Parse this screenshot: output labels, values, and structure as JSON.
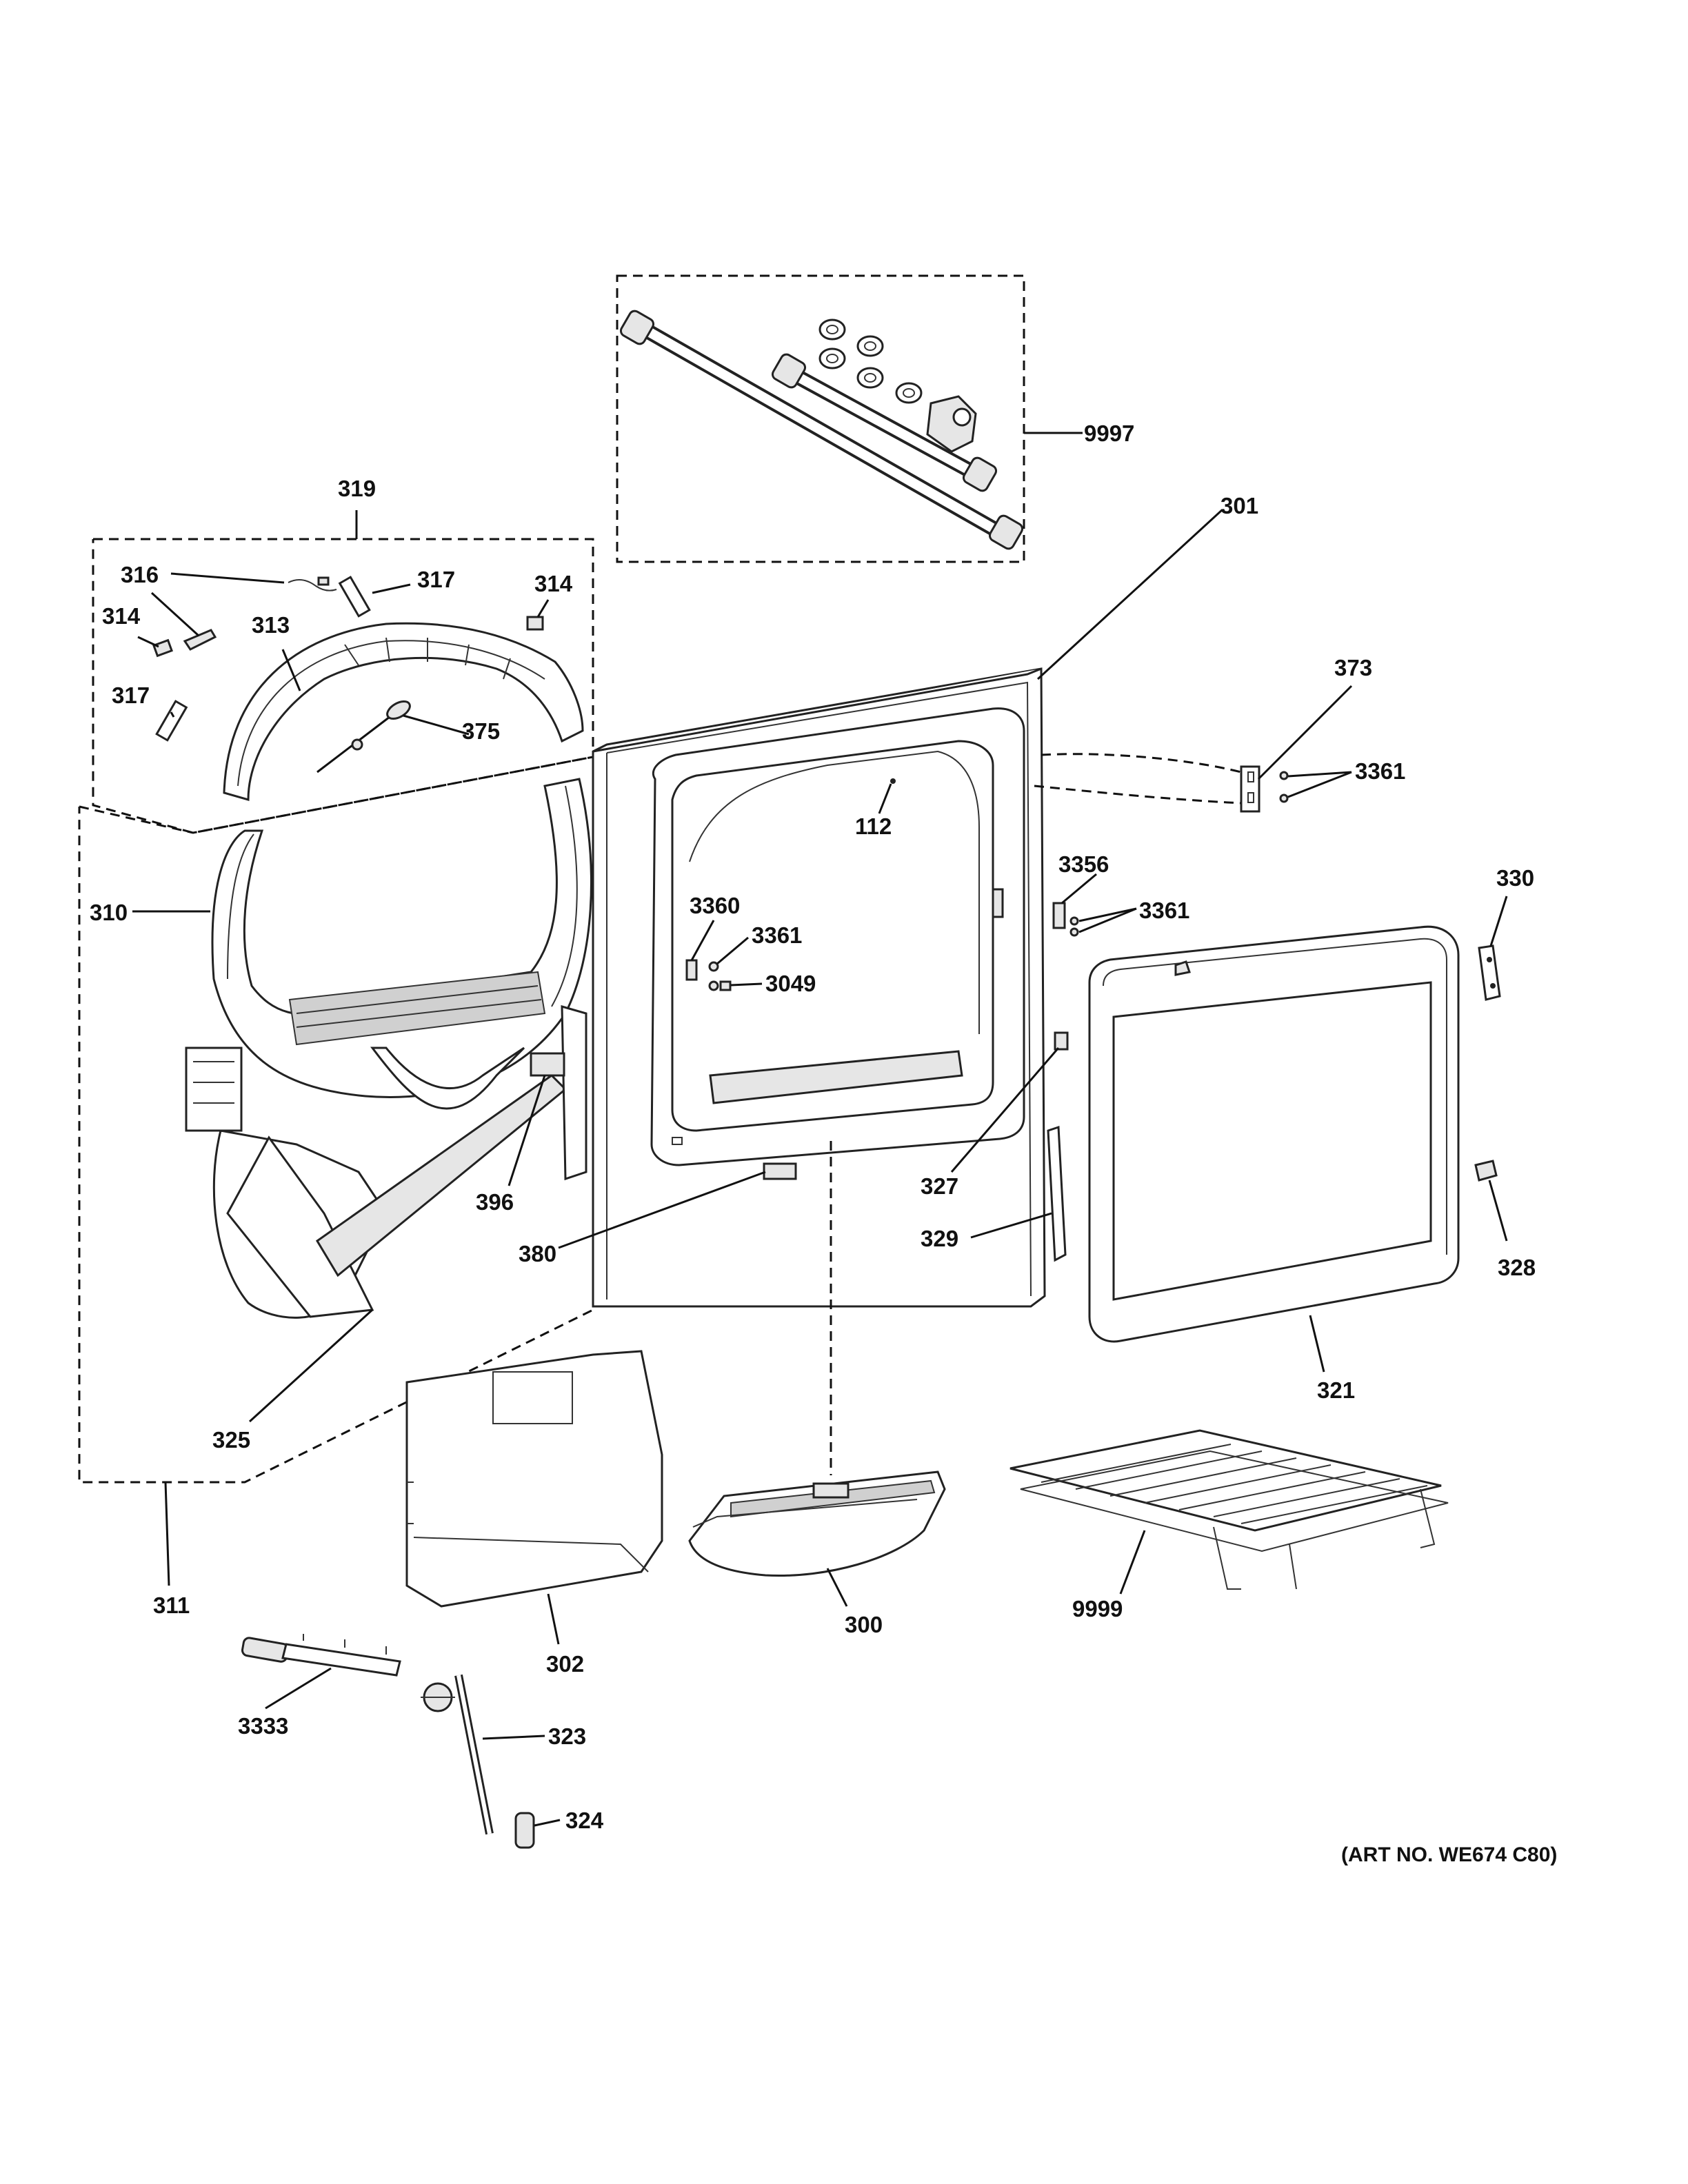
{
  "labels": {
    "l9997": "9997",
    "l301": "301",
    "l319": "319",
    "l316": "316",
    "l317a": "317",
    "l314a": "314",
    "l314b": "314",
    "l313": "313",
    "l317b": "317",
    "l375": "375",
    "l373": "373",
    "l3361a": "3361",
    "l112": "112",
    "l3356": "3356",
    "l3361b": "3361",
    "l330": "330",
    "l310": "310",
    "l3360": "3360",
    "l3361c": "3361",
    "l3049": "3049",
    "l327": "327",
    "l329": "329",
    "l396": "396",
    "l380": "380",
    "l328": "328",
    "l321": "321",
    "l325": "325",
    "l311": "311",
    "l300": "300",
    "l9999": "9999",
    "l302": "302",
    "l3333": "3333",
    "l323": "323",
    "l324": "324"
  },
  "art_number": "(ART NO. WE674 C80)"
}
